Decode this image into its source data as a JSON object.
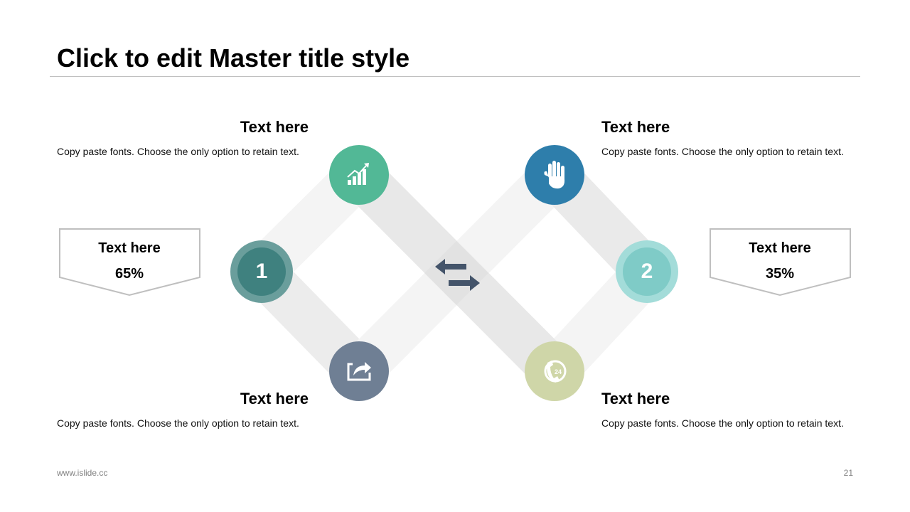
{
  "slide": {
    "title": "Click to edit Master title style",
    "footer_url": "www.islide.cc",
    "page_number": "21"
  },
  "blocks": [
    {
      "heading": "Text here",
      "body": "Copy paste fonts. Choose the only option to retain text."
    },
    {
      "heading": "Text here",
      "body": "Copy paste fonts. Choose the only option to retain text."
    },
    {
      "heading": "Text here",
      "body": "Copy paste fonts. Choose the only option to retain text."
    },
    {
      "heading": "Text here",
      "body": "Copy paste fonts. Choose the only option to retain text."
    }
  ],
  "callouts": [
    {
      "label": "Text here",
      "value": "65%"
    },
    {
      "label": "Text here",
      "value": "35%"
    }
  ],
  "steps": [
    {
      "number": "1",
      "color": "#4a8a88"
    },
    {
      "number": "2",
      "color": "#7fcfcb"
    }
  ],
  "icon_nodes": [
    {
      "icon": "chart-growth-icon",
      "color": "#52b896"
    },
    {
      "icon": "hand-icon",
      "color": "#2e7eab"
    },
    {
      "icon": "share-icon",
      "color": "#6f7f94"
    },
    {
      "icon": "phone-24-icon",
      "color": "#cfd6a8"
    }
  ],
  "colors": {
    "band_light": "#f2f2f2",
    "band_dark": "#e6e6e6",
    "arrows": "#44546a",
    "callout_border": "#bfbfbf"
  }
}
